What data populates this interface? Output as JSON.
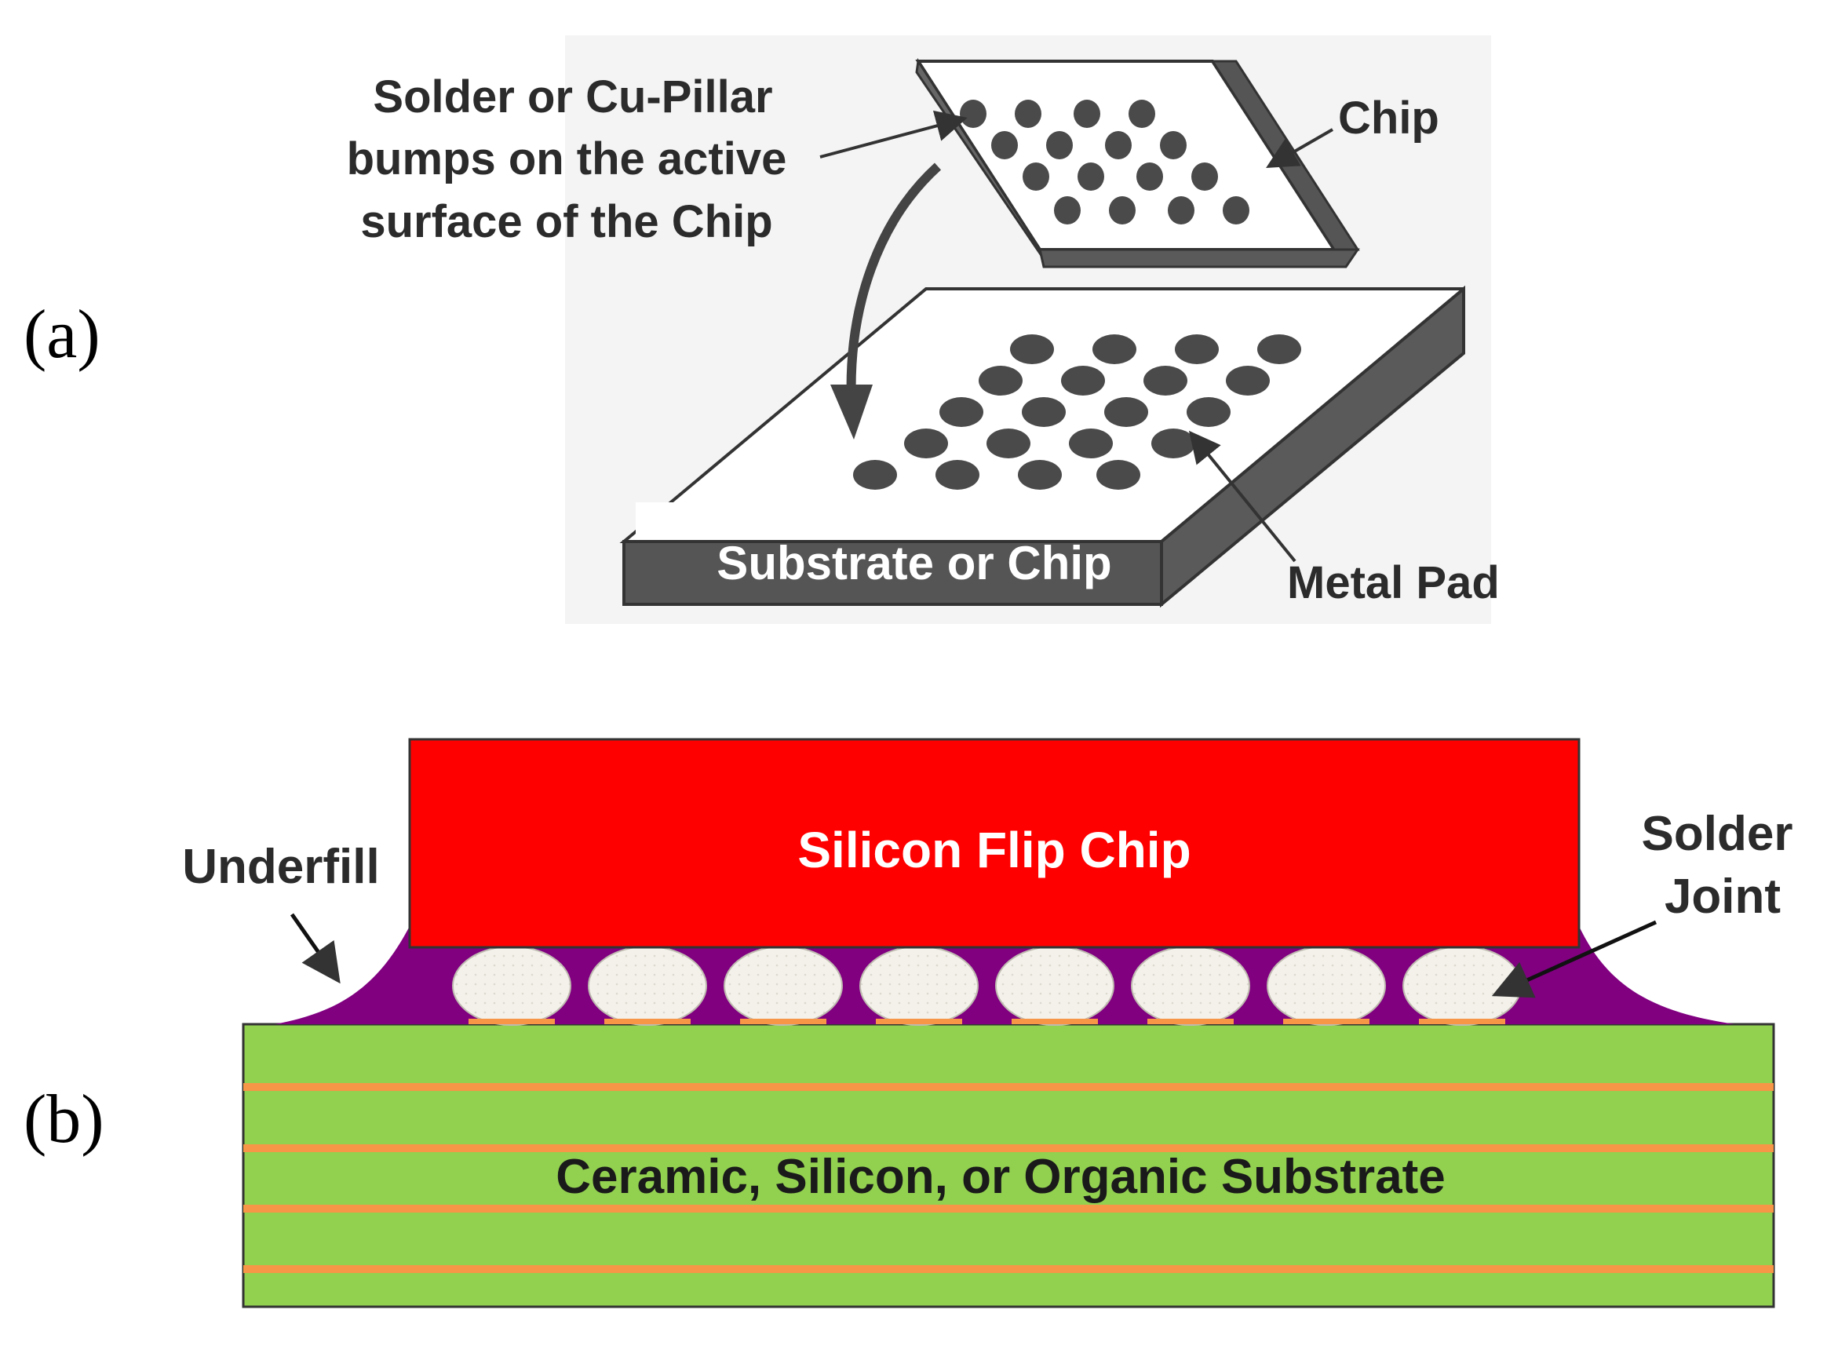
{
  "panel_a": {
    "label": "(a)",
    "bumps_label": [
      "Solder or Cu-Pillar",
      "bumps on the active",
      "surface of the Chip"
    ],
    "chip_label": "Chip",
    "substrate_label": "Substrate or Chip",
    "metal_pad_label": "Metal Pad"
  },
  "panel_b": {
    "label": "(b)",
    "chip_label": "Silicon Flip Chip",
    "underfill_label": "Underfill",
    "solder_joint_label": [
      "Solder",
      "Joint"
    ],
    "substrate_label": "Ceramic, Silicon, or Organic Substrate",
    "solder_joint_count": 8,
    "substrate_line_count": 4
  },
  "colors": {
    "chip": "#ff0000",
    "underfill": "#800080",
    "substrate": "#92d050",
    "substrate_lines": "#f79646",
    "solder": "#f3f1ea",
    "sketch_dark": "#4a4a4a",
    "sketch_bg": "#f4f4f4"
  }
}
